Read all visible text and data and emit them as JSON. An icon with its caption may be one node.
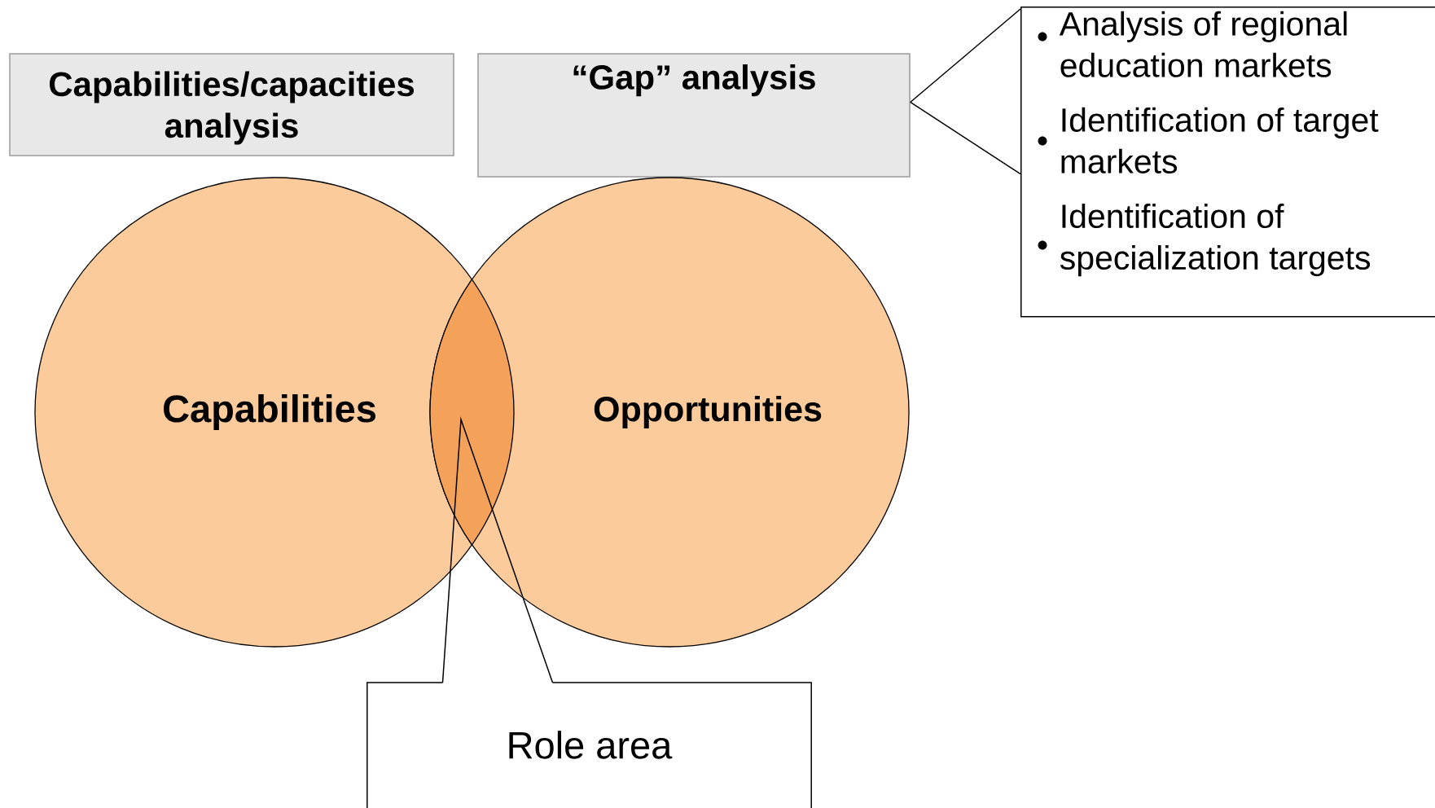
{
  "diagram": {
    "nodes": [
      {
        "text": [
          "Capabilities/capacities analysis"
        ]
      },
      {
        "text": [
          "“Gap” analysis"
        ]
      },
      {
        "text": [
          "Capabilities"
        ]
      },
      {
        "text": [
          "Opportunities"
        ]
      },
      {
        "text": [
          "Analysis of regional education markets",
          "Identification of target markets",
          "Identification of specialization targets"
        ]
      },
      {
        "text": [
          "Role area"
        ]
      }
    ],
    "edges": [
      {
        "from": 4,
        "to": 1,
        "arrow": "none"
      },
      {
        "from": 5,
        "to": null,
        "arrow": "none"
      }
    ]
  }
}
